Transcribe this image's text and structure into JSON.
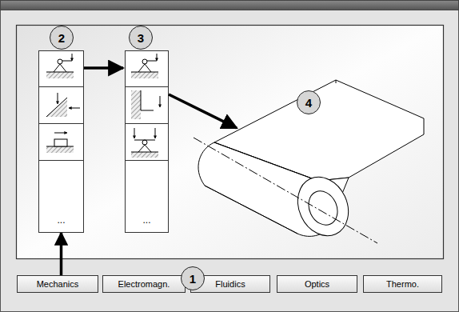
{
  "diagram": {
    "nodes": [
      {
        "text": [
          "..."
        ]
      },
      {
        "text": [
          "..."
        ]
      },
      {
        "text": [
          "Mechanics"
        ]
      },
      {
        "text": [
          "Electromagn."
        ]
      },
      {
        "text": [
          "Fluidics"
        ]
      },
      {
        "text": [
          "Optics"
        ]
      },
      {
        "text": [
          "Thermo."
        ]
      }
    ],
    "edges": [
      {
        "from": 2,
        "to": 0,
        "arrow": "to"
      }
    ],
    "labels": [
      "1",
      "2",
      "3",
      "4"
    ]
  }
}
